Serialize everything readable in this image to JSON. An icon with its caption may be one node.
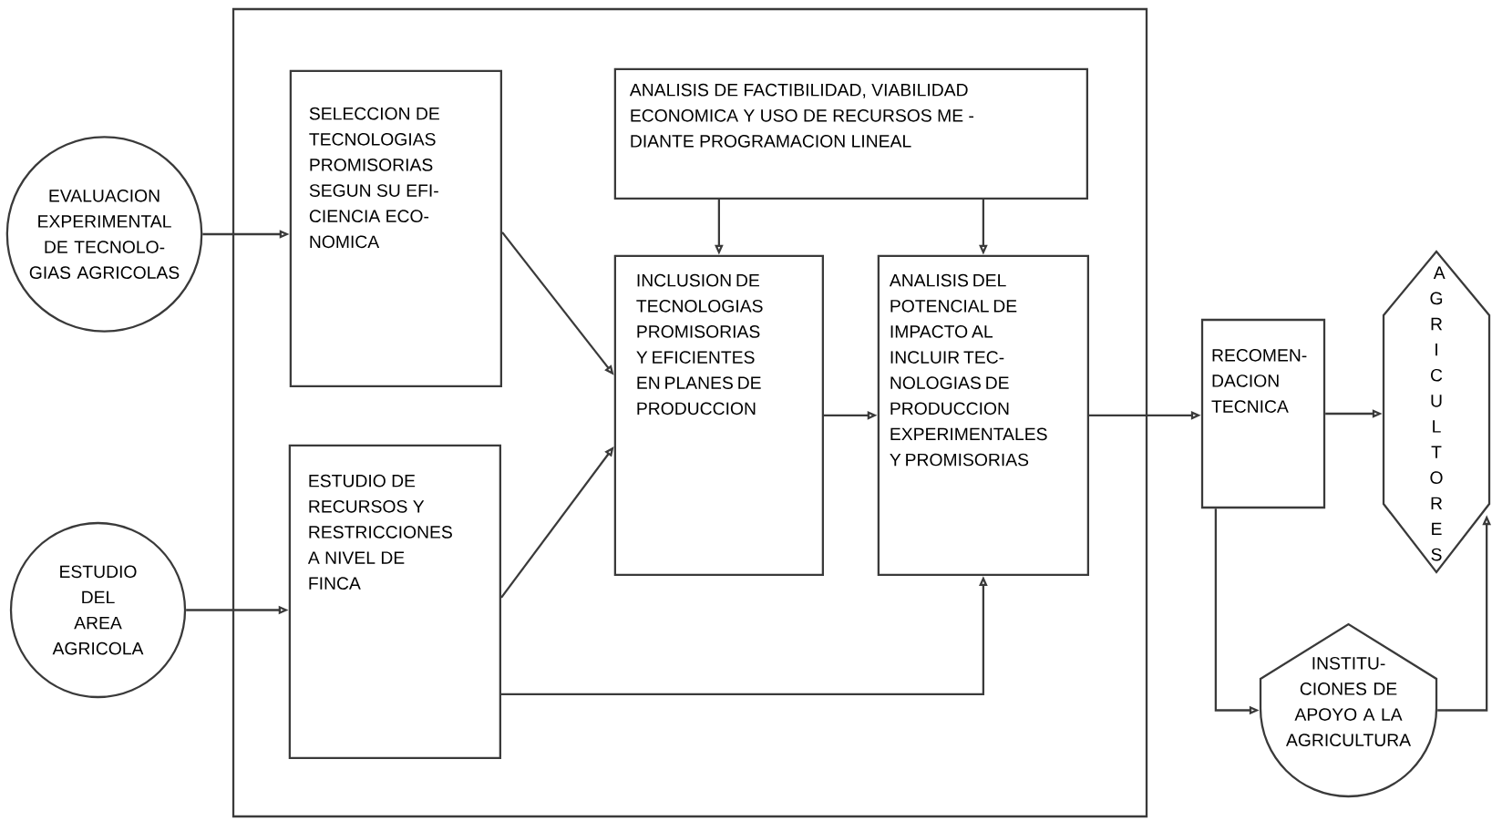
{
  "diagram": {
    "nodes": [
      {
        "text": [],
        "shape": "box"
      },
      {
        "text": [
          "EVALUACION EXPERIMENTAL DE TECNOLO- GIAS AGRICOLAS"
        ]
      },
      {
        "text": [
          "ESTUDIO DEL AREA AGRICOLA"
        ]
      },
      {
        "text": [
          "SELECCION DE TECNOLOGIAS PROMISORIAS SEGUN SU EFI- CIENCIA ECO- NOMICA"
        ],
        "in": 0
      },
      {
        "text": [
          "ESTUDIO DE RECURSOS Y RESTRICCIONES A NIVEL DE FINCA"
        ],
        "in": 0
      },
      {
        "text": [
          "ANALISIS DE FACTIBILIDAD, VIABILIDAD ECONOMICA Y USO DE RECURSOS ME - DIANTE PROGRAMACION LINEAL"
        ],
        "in": 0
      },
      {
        "text": [
          "INCLUSION DE TECNOLOGIAS PROMISORIAS Y EFICIENTES EN PLANES DE PRODUCCION"
        ],
        "in": 0
      },
      {
        "text": [
          "ANALISIS DEL POTENCIAL DE IMPACTO AL INCLUIR TEC- NOLOGIAS DE PRODUCCION EXPERIMENTALES Y PROMISORIAS"
        ],
        "in": 0
      },
      {
        "text": [
          "RECOMEN- DACION TECNICA"
        ]
      },
      {
        "text": [
          "AGRICULTORES"
        ]
      },
      {
        "text": [
          "INSTITU- CIONES DE APOYO A LA AGRICULTURA"
        ]
      }
    ],
    "edges": [
      {
        "from": 1,
        "to": 3,
        "arrow": "to"
      },
      {
        "from": 2,
        "to": 4,
        "arrow": "to"
      },
      {
        "from": 3,
        "to": 6,
        "arrow": "to"
      },
      {
        "from": 4,
        "to": 6,
        "arrow": "to"
      },
      {
        "from": 5,
        "to": 6,
        "arrow": "to"
      },
      {
        "from": 5,
        "to": 7,
        "arrow": "to"
      },
      {
        "from": 6,
        "to": 7,
        "arrow": "to"
      },
      {
        "from": 4,
        "to": 7,
        "arrow": "to"
      },
      {
        "from": 7,
        "to": 8,
        "arrow": "to"
      },
      {
        "from": 8,
        "to": 9,
        "arrow": "to"
      },
      {
        "from": 8,
        "to": 10,
        "arrow": "to"
      },
      {
        "from": 10,
        "to": 9,
        "arrow": "to"
      }
    ]
  }
}
